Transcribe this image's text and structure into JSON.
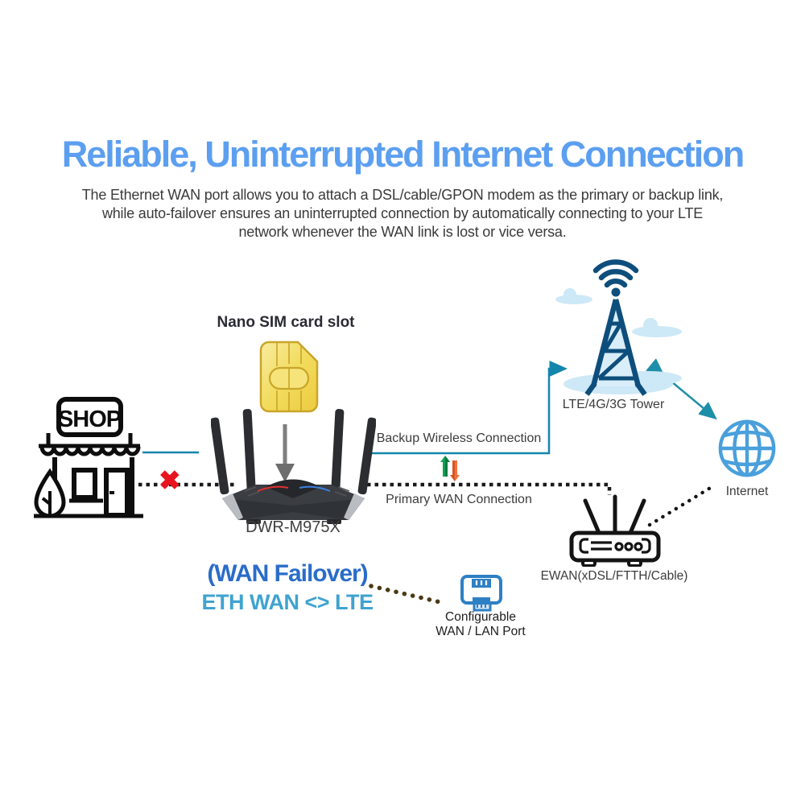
{
  "page": {
    "title": "Reliable, Uninterrupted Internet Connection",
    "subtitle_lines": [
      "The Ethernet WAN port allows you to attach a DSL/cable/GPON modem as the primary or backup link,",
      "while auto-failover ensures an uninterrupted connection by automatically connecting to your LTE",
      "network whenever the WAN link is lost or vice versa."
    ]
  },
  "diagram": {
    "shop_sign": "SHOP",
    "sim_slot_label": "Nano SIM card slot",
    "router_model": "DWR-M975X",
    "backup_connection_label": "Backup Wireless Connection",
    "primary_connection_label": "Primary WAN Connection",
    "tower_label": "LTE/4G/3G Tower",
    "internet_label": "Internet",
    "ewan_label": "EWAN(xDSL/FTTH/Cable)",
    "failover_heading": "(WAN Failover)",
    "failover_modes": "ETH WAN <> LTE",
    "port_label_line1": "Configurable",
    "port_label_line2": "WAN / LAN Port"
  },
  "colors": {
    "title_blue": "#5C9FF0",
    "body_text": "#3A3A3A",
    "connection_teal": "#1486AB",
    "tower_navy": "#0E4E7C",
    "sky_light_blue": "#CDE8F6",
    "globe_blue": "#49A0DC",
    "failover_heading_blue": "#2A6DC9",
    "failover_modes_blue": "#3FA3CF",
    "error_red": "#E8141E",
    "sim_gold": "#F2DC5E",
    "dotted_black": "#1A1A1A",
    "dotted_brown": "#4A3A14",
    "arrow_up_green": "#12A156",
    "arrow_down_orange": "#F4713B",
    "port_icon_blue": "#2E80C4"
  }
}
